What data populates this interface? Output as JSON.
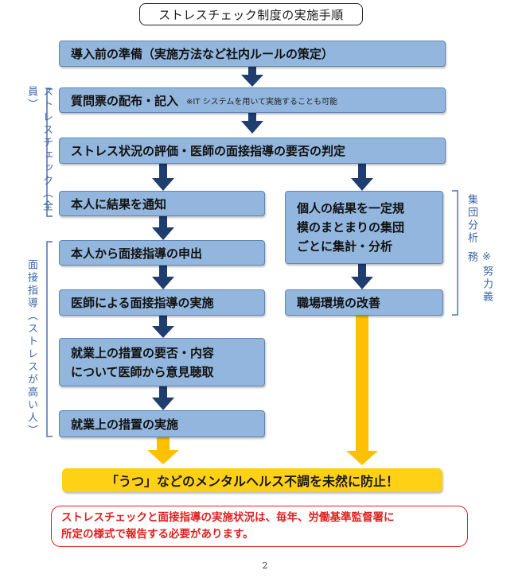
{
  "title": "ストレスチェック制度の実施手順",
  "steps": {
    "s1": "導入前の準備（実施方法など社内ルールの策定）",
    "s2": "質問票の配布・記入",
    "s2_note": "※IT システムを用いて実施することも可能",
    "s3": "ストレス状況の評価・医師の面接指導の要否の判定",
    "s4": "本人に結果を通知",
    "s5": "本人から面接指導の申出",
    "s6": "医師による面接指導の実施",
    "s7_line1": "就業上の措置の要否・内容",
    "s7_line2": "について医師から意見聴取",
    "s8": "就業上の措置の実施",
    "r1_line1": "個人の結果を一定規",
    "r1_line2": "模のまとまりの集団",
    "r1_line3": "ごとに集計・分析",
    "r2": "職場環境の改善"
  },
  "side_labels": {
    "stress_check": "ストレスチェック（全員）",
    "interview": "面接指導（ストレスが高い人）",
    "group_analysis": "集団分析",
    "effort_duty": "※努力義務"
  },
  "goal": "「うつ」などのメンタルヘルス不調を未然に防止！",
  "warning": {
    "line1": "ストレスチェックと面接指導の実施状況は、毎年、労働基準監督署に",
    "line2": "所定の様式で報告する必要があります。"
  },
  "page_number": "2",
  "colors": {
    "step_fill": "#92b6dd",
    "step_border": "#5f86b5",
    "arrow_dark": "#1f3d6e",
    "arrow_yellow": "#ffc000",
    "goal_fill": "#ffd116",
    "warning_red": "#e02020",
    "bracket_blue": "#4a74b4"
  }
}
